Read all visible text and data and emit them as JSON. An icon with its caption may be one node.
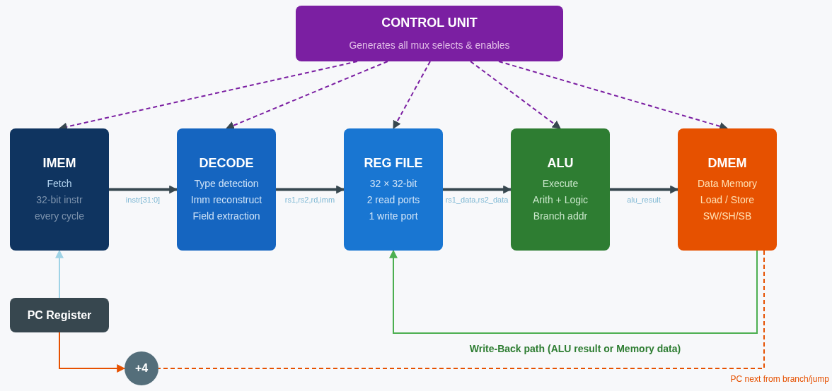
{
  "diagram": {
    "nodes": [
      {
        "text": [
          "CONTROL UNIT",
          "Generates all mux selects & enables"
        ]
      },
      {
        "text": [
          "IMEM",
          "Fetch",
          "32-bit instr",
          "every cycle"
        ]
      },
      {
        "text": [
          "DECODE",
          "Type detection",
          "Imm reconstruct",
          "Field extraction"
        ]
      },
      {
        "text": [
          "REG FILE",
          "32 × 32-bit",
          "2 read ports",
          "1 write port"
        ]
      },
      {
        "text": [
          "ALU",
          "Execute",
          "Arith + Logic",
          "Branch addr"
        ]
      },
      {
        "text": [
          "DMEM",
          "Data Memory",
          "Load / Store",
          "SW/SH/SB"
        ]
      },
      {
        "text": [
          "PC Register"
        ]
      },
      {
        "text": [
          "+4"
        ]
      }
    ],
    "edges": [
      {
        "from": 0,
        "to": 1,
        "arrow": "to",
        "style": "dashed"
      },
      {
        "from": 0,
        "to": 2,
        "arrow": "to",
        "style": "dashed"
      },
      {
        "from": 0,
        "to": 3,
        "arrow": "to",
        "style": "dashed"
      },
      {
        "from": 0,
        "to": 4,
        "arrow": "to",
        "style": "dashed"
      },
      {
        "from": 0,
        "to": 5,
        "arrow": "to",
        "style": "dashed"
      },
      {
        "from": 1,
        "to": 2,
        "arrow": "to",
        "label": "instr[31:0]",
        "style": "thick",
        "color": "#37474f"
      },
      {
        "from": 2,
        "to": 3,
        "arrow": "to",
        "label": "rs1,rs2,rd,imm",
        "style": "thick",
        "color": "#37474f"
      },
      {
        "from": 3,
        "to": 4,
        "arrow": "to",
        "label": "rs1_data,rs2_data",
        "style": "thick",
        "color": "#37474f"
      },
      {
        "from": 4,
        "to": 5,
        "arrow": "to",
        "label": "alu_result",
        "style": "thick",
        "color": "#37474f"
      },
      {
        "from": 6,
        "to": 1,
        "arrow": "to",
        "color": "#9fd3e6"
      },
      {
        "from": 5,
        "to": 3,
        "arrow": "to",
        "label": "Write-Back path (ALU result or Memory data)",
        "color": "#4caf50"
      },
      {
        "from": 6,
        "to": 7,
        "arrow": "to",
        "color": "#e65100"
      },
      {
        "from": 5,
        "to": 7,
        "arrow": "none",
        "label": "PC next from branch/jump",
        "style": "dashed",
        "color": "#e65100"
      }
    ]
  }
}
